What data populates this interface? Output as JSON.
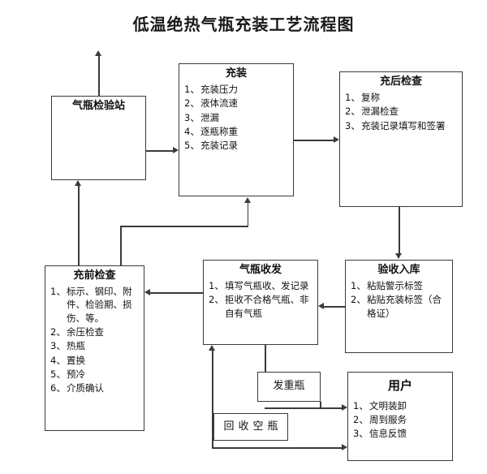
{
  "title": "低温绝热气瓶充装工艺流程图",
  "nodes": {
    "inspection_station": {
      "header": "气瓶检验站",
      "items": []
    },
    "filling": {
      "header": "充装",
      "items": [
        {
          "num": "1、",
          "text": "充装压力"
        },
        {
          "num": "2、",
          "text": "液体流速"
        },
        {
          "num": "3、",
          "text": "泄漏"
        },
        {
          "num": "4、",
          "text": "逐瓶称重"
        },
        {
          "num": "5、",
          "text": "充装记录"
        }
      ]
    },
    "post_check": {
      "header": "充后检查",
      "items": [
        {
          "num": "1、",
          "text": "复称"
        },
        {
          "num": "2、",
          "text": "泄漏检查"
        },
        {
          "num": "3、",
          "text": "充装记录填写和签署"
        }
      ]
    },
    "pre_check": {
      "header": "充前检查",
      "items": [
        {
          "num": "1、",
          "text": "标示、钢印、附件、检验期、损伤、等。"
        },
        {
          "num": "2、",
          "text": "余压检查"
        },
        {
          "num": "3、",
          "text": "热瓶"
        },
        {
          "num": "4、",
          "text": "置换"
        },
        {
          "num": "5、",
          "text": "预冷"
        },
        {
          "num": "6、",
          "text": "介质确认"
        }
      ]
    },
    "dispatch": {
      "header": "气瓶收发",
      "items": [
        {
          "num": "1、",
          "text": "填写气瓶收、发记录"
        },
        {
          "num": "2、",
          "text": "拒收不合格气瓶、非自有气瓶"
        }
      ]
    },
    "acceptance": {
      "header": "验收入库",
      "items": [
        {
          "num": "1、",
          "text": "粘贴警示标签"
        },
        {
          "num": "2、",
          "text": "粘贴充装标签（合格证）"
        }
      ]
    },
    "customer": {
      "header": "用户",
      "items": [
        {
          "num": "1、",
          "text": "文明装卸"
        },
        {
          "num": "2、",
          "text": "周到服务"
        },
        {
          "num": "3、",
          "text": "信息反馈"
        }
      ]
    },
    "send_full": {
      "header": "发重瓶"
    },
    "recover_empty": {
      "header": "回收空瓶"
    }
  },
  "colors": {
    "line": "#3a3a3a",
    "text": "#111111",
    "background": "#ffffff"
  }
}
